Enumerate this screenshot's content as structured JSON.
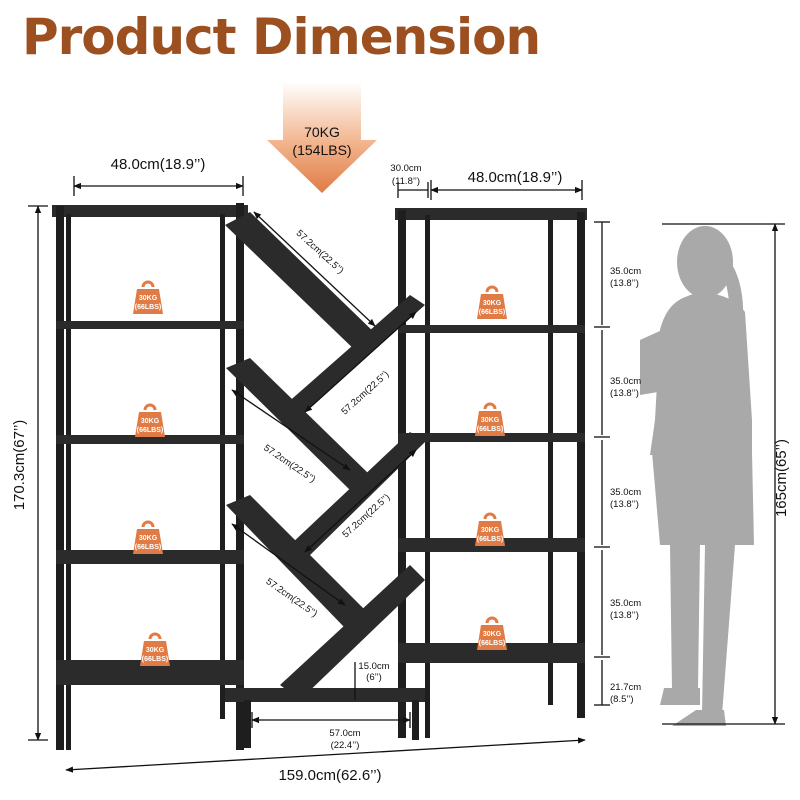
{
  "title": "Product Dimension",
  "load_top": {
    "line1": "70KG",
    "line2": "(154LBS)"
  },
  "shelf_load": {
    "line1": "30KG",
    "line2": "(66LBS)"
  },
  "dimensions": {
    "left_width": "48.0cm(18.9’’)",
    "right_width": "48.0cm(18.9’’)",
    "right_depth": {
      "line1": "30.0cm",
      "line2": "(11.8’’)"
    },
    "total_height": "170.3cm(67’’)",
    "total_width": "159.0cm(62.6’’)",
    "bottom_width": {
      "line1": "57.0cm",
      "line2": "(22.4’’)"
    },
    "bottom_gap": {
      "line1": "15.0cm",
      "line2": "(6’’)"
    },
    "diagonal": "57.2cm(22.5’’)",
    "shelf_spacing": {
      "line1": "35.0cm",
      "line2": "(13.8’’)"
    },
    "bottom_spacing": {
      "line1": "21.7cm",
      "line2": "(8.5’’)"
    },
    "person_height": "165cm(65’’)"
  },
  "colors": {
    "title": "#9c4f1f",
    "accent": "#e07b45",
    "frame": "#1e1e1e",
    "board": "#2b2b2b",
    "person": "#a9a9a9"
  }
}
